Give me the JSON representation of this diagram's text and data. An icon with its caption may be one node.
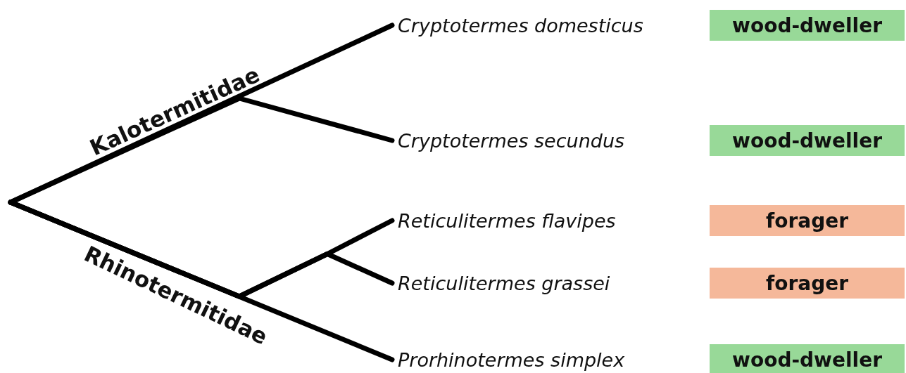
{
  "diagram": {
    "nodes": [
      {
        "text": [
          "Cryptotermes domesticus"
        ]
      },
      {
        "text": [
          "wood-dweller"
        ]
      },
      {
        "text": [
          "Cryptotermes secundus"
        ]
      },
      {
        "text": [
          "wood-dweller"
        ]
      },
      {
        "text": [
          "Reticulitermes flavipes"
        ]
      },
      {
        "text": [
          "forager"
        ]
      },
      {
        "text": [
          "Reticulitermes grassei"
        ]
      },
      {
        "text": [
          "forager"
        ]
      },
      {
        "text": [
          "Prorhinotermes simplex"
        ]
      },
      {
        "text": [
          "wood-dweller"
        ]
      }
    ],
    "edges": [
      {
        "from": null,
        "to": 0,
        "arrow": "none",
        "label": "Kalotermitidae"
      },
      {
        "from": null,
        "to": 2,
        "arrow": "none"
      },
      {
        "from": null,
        "to": 4,
        "arrow": "none"
      },
      {
        "from": null,
        "to": 6,
        "arrow": "none"
      },
      {
        "from": null,
        "to": 8,
        "arrow": "none",
        "label": "Rhinotermitidae"
      }
    ]
  }
}
